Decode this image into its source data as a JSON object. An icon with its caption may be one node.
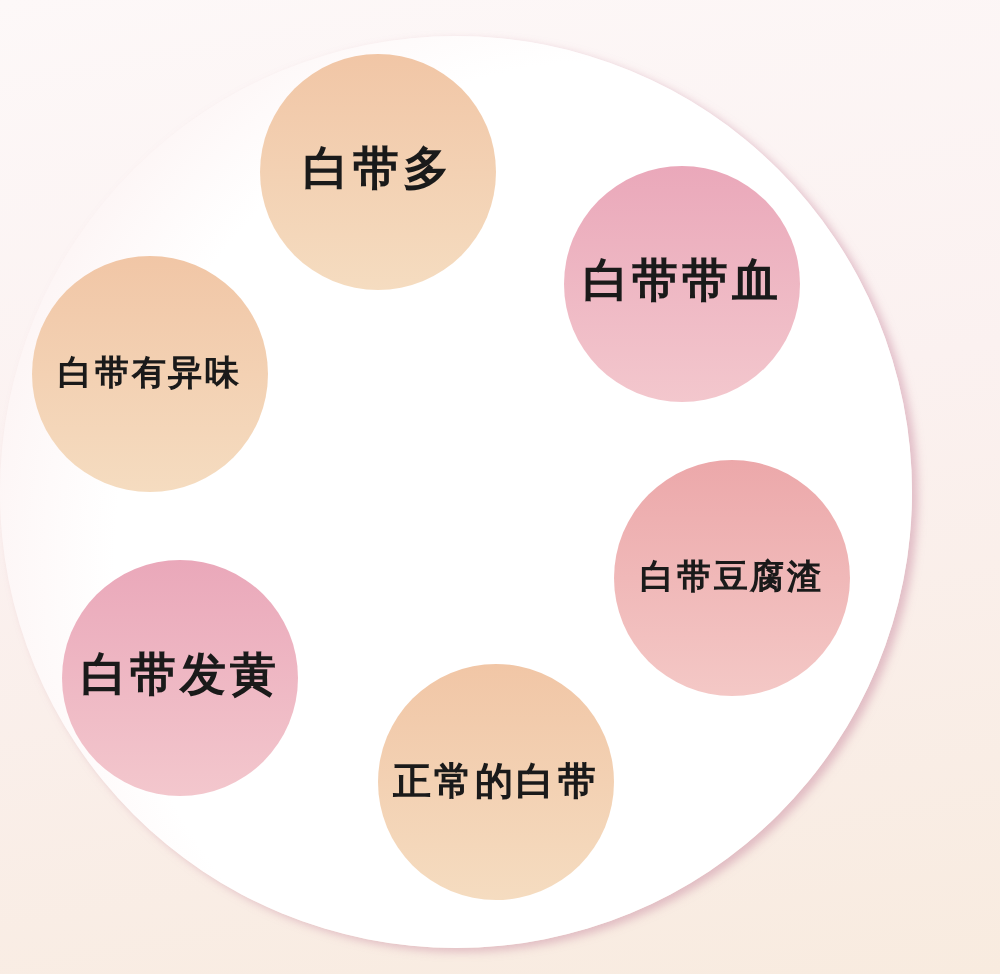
{
  "diagram": {
    "nodes": [
      {
        "text": [],
        "shape": "circle"
      },
      {
        "text": [
          "白带多"
        ],
        "in": 0
      },
      {
        "text": [
          "白带带血"
        ],
        "in": 0
      },
      {
        "text": [
          "白带有异味"
        ],
        "in": 0
      },
      {
        "text": [
          "白带豆腐渣"
        ],
        "in": 0
      },
      {
        "text": [
          "白带发黄"
        ],
        "in": 0
      },
      {
        "text": [
          "正常的白带"
        ],
        "in": 0
      }
    ]
  }
}
